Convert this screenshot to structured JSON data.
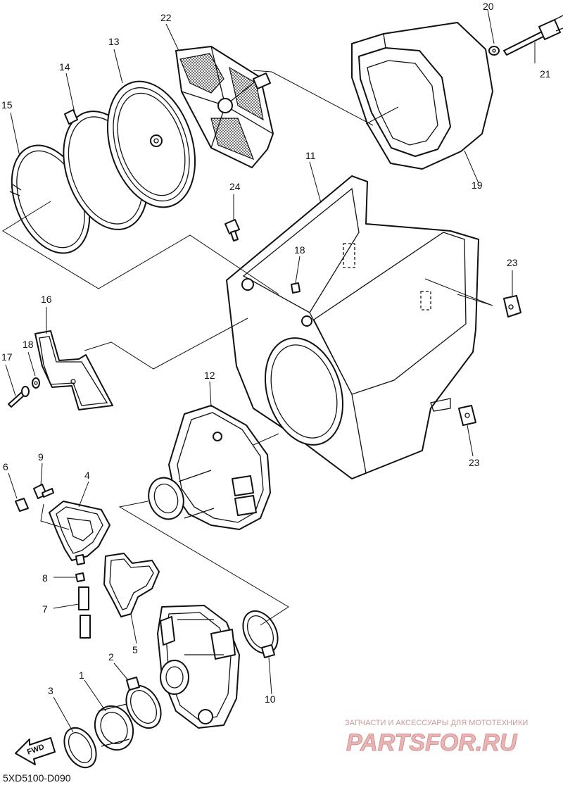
{
  "callouts": {
    "c1": "1",
    "c2": "2",
    "c3": "3",
    "c4": "4",
    "c5": "5",
    "c6": "6",
    "c7": "7",
    "c8": "8",
    "c9": "9",
    "c10": "10",
    "c11": "11",
    "c12": "12",
    "c13": "13",
    "c14": "14",
    "c15": "15",
    "c16": "16",
    "c17": "17",
    "c18a": "18",
    "c18b": "18",
    "c19": "19",
    "c20": "20",
    "c21": "21",
    "c22": "22",
    "c23a": "23",
    "c23b": "23",
    "c24": "24"
  },
  "drawing_code": "5XD5100-D090",
  "fwd_label": "FWD",
  "watermark": {
    "tagline": "ЗАПЧАСТИ И АКСЕССУАРЫ ДЛЯ МОТОТЕХНИКИ",
    "logo": "PARTSFOR.RU"
  }
}
